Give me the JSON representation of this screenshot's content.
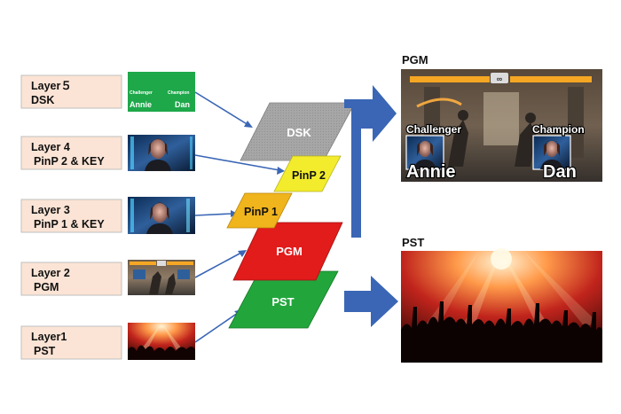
{
  "layers": [
    {
      "line1": "Layer５",
      "line2": "DSK"
    },
    {
      "line1": "Layer 4",
      "line2": "PinP 2 & KEY"
    },
    {
      "line1": "Layer 3",
      "line2": "PinP 1 & KEY"
    },
    {
      "line1": "Layer 2",
      "line2": "PGM"
    },
    {
      "line1": "Layer1",
      "line2": "PST"
    }
  ],
  "dsk_thumb": {
    "left_top": "Challenger",
    "left_name": "Annie",
    "right_top": "Champion",
    "right_name": "Dan"
  },
  "stack": {
    "dsk": "DSK",
    "pinp2": "PinP 2",
    "pinp1": "PinP 1",
    "pgm": "PGM",
    "pst": "PST"
  },
  "outputs": {
    "pgm_title": "PGM",
    "pst_title": "PST"
  },
  "pgm_overlay": {
    "left_top": "Challenger",
    "left_name": "Annie",
    "right_top": "Champion",
    "right_name": "Dan"
  },
  "colors": {
    "label_bg": "#fbe4d5",
    "dsk_green": "#1ea84a",
    "dsk_plane": "#a6a6a6",
    "pinp2_plane": "#f2ec2c",
    "pinp1_plane": "#f0b41c",
    "pgm_plane": "#e21b1b",
    "pst_plane": "#22a63c",
    "arrow": "#3a66b5"
  }
}
